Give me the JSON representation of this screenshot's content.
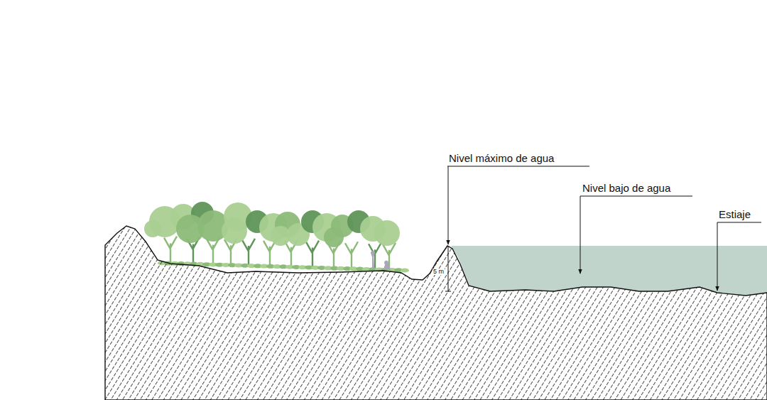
{
  "diagram": {
    "labels": [
      "Nivel máximo de agua",
      "Nivel bajo de agua",
      "Estiaje",
      "5 m"
    ]
  }
}
